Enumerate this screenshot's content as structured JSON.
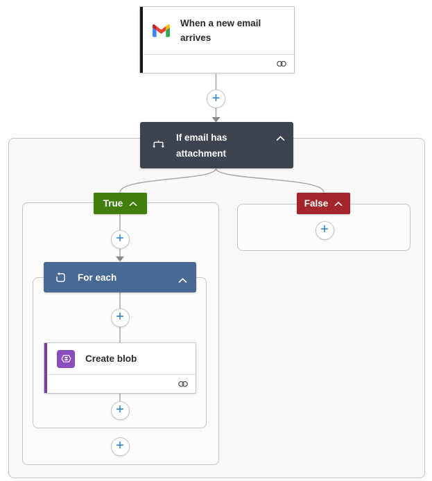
{
  "trigger": {
    "title": "When a new email arrives"
  },
  "condition": {
    "title": "If email has attachment"
  },
  "branches": {
    "true_label": "True",
    "false_label": "False"
  },
  "loop": {
    "title": "For each"
  },
  "action": {
    "title": "Create blob"
  },
  "ui": {
    "plus": "+"
  },
  "icons": {
    "trigger": "gmail-icon",
    "condition": "condition-branch-icon",
    "loop": "foreach-loop-icon",
    "action": "blob-storage-icon",
    "connection": "link-icon",
    "collapse": "chevron-up-icon",
    "insert_step": "plus-icon"
  },
  "colors": {
    "true_badge": "#427e0c",
    "false_badge": "#a4262c",
    "condition_header": "#3d4450",
    "foreach_header": "#486991",
    "action_accent": "#7b3f9c",
    "action_icon_bg": "#8a4dbe",
    "trigger_accent": "#161616",
    "plus_blue": "#1b7fd4",
    "connector_gray": "#a8a6a4"
  }
}
